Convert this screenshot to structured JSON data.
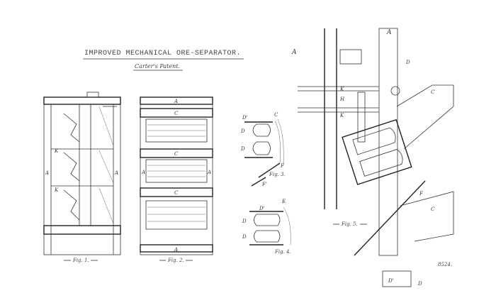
{
  "title": "IMPROVED MECHANICAL ORE-SEPARATOR.",
  "subtitle": "Carter's Patent.",
  "figures": {
    "fig1": "Fig. 1.",
    "fig2": "Fig. 2.",
    "fig3": "Fig. 3.",
    "fig4": "Fig. 4.",
    "fig5": "Fig. 5."
  },
  "sheet_number": "8524.",
  "labels": {
    "A": "A",
    "C": "C",
    "D": "D",
    "D1": "D'",
    "E": "E",
    "F": "F",
    "F1": "F'",
    "H": "H",
    "K": "K"
  }
}
